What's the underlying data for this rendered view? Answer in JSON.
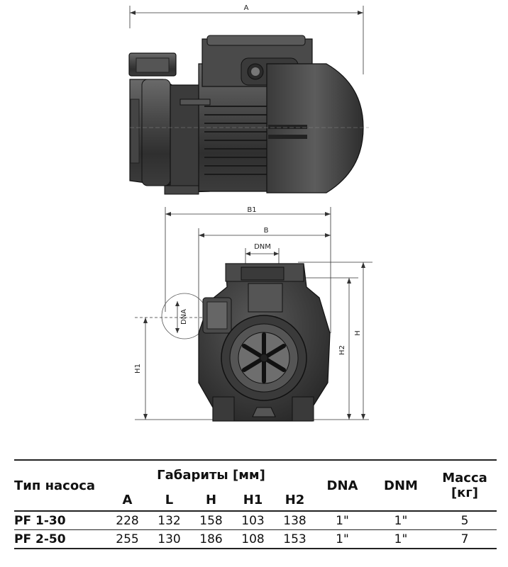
{
  "drawing": {
    "dimension_labels": {
      "A": "A",
      "B1": "B1",
      "B": "B",
      "DNM": "DNM",
      "DNA": "DNA",
      "H1": "H1",
      "H2": "H2",
      "H": "H"
    }
  },
  "table": {
    "type_header": "Тип насоса",
    "dims_group_header": "Габариты [мм]",
    "dims_columns": [
      "A",
      "L",
      "H",
      "H1",
      "H2"
    ],
    "dna_header": "DNA",
    "dnm_header": "DNM",
    "mass_header_line1": "Масса",
    "mass_header_line2": "[кг]",
    "rows": [
      {
        "type": "PF 1-30",
        "A": "228",
        "L": "132",
        "H": "158",
        "H1": "103",
        "H2": "138",
        "DNA": "1\"",
        "DNM": "1\"",
        "mass": "5"
      },
      {
        "type": "PF 2-50",
        "A": "255",
        "L": "130",
        "H": "186",
        "H1": "108",
        "H2": "153",
        "DNA": "1\"",
        "DNM": "1\"",
        "mass": "7"
      }
    ]
  }
}
